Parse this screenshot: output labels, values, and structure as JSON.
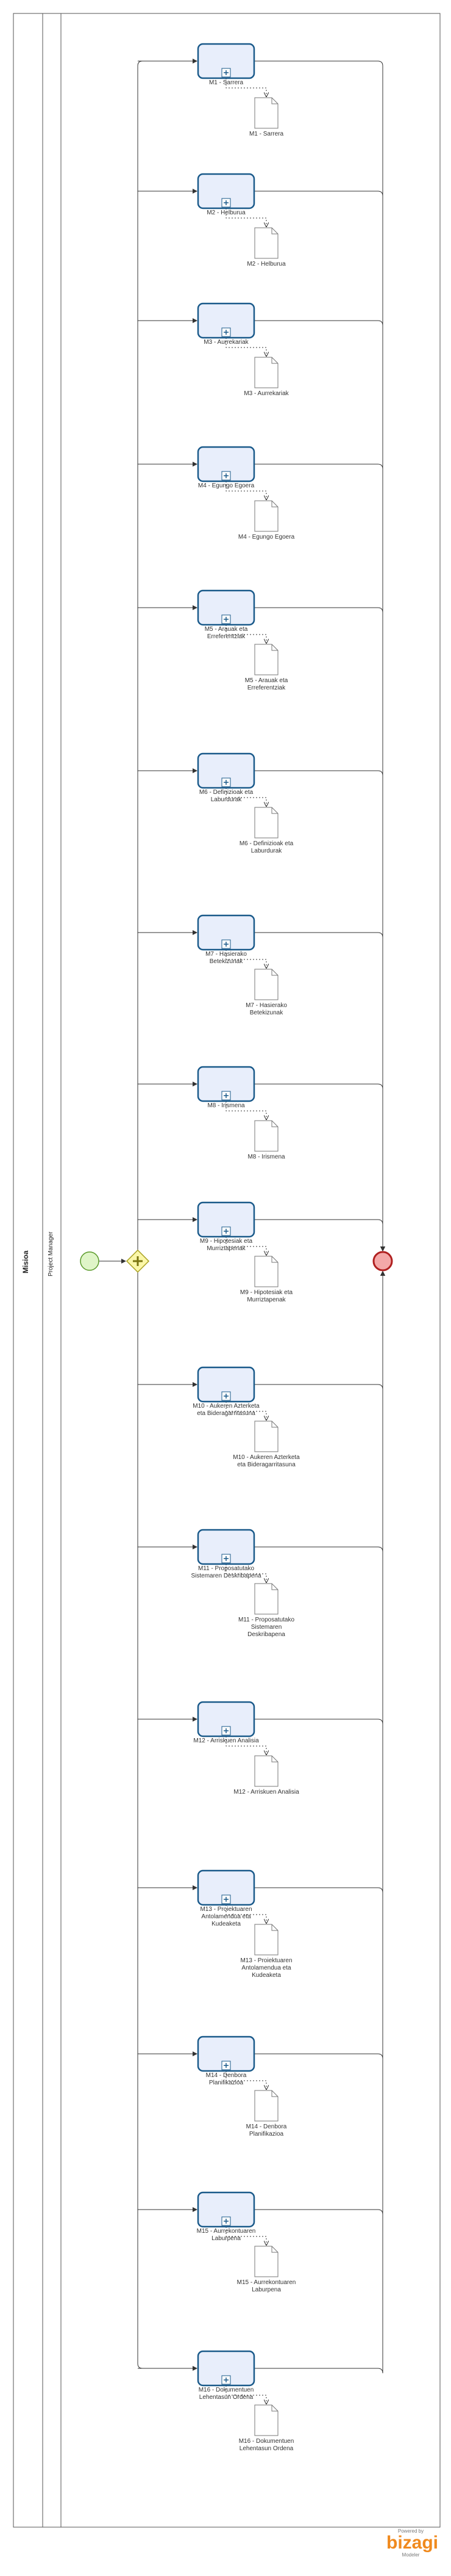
{
  "pool": {
    "name": "Misioa"
  },
  "lane": {
    "name": "Project Manager"
  },
  "brand": {
    "powered_by": "Powered by",
    "name": "bizagi",
    "product": "Modeler"
  },
  "colors": {
    "task_fill": "#e8eefb",
    "task_stroke": "#1a5a8a",
    "start_fill": "#dff5c8",
    "start_stroke": "#5a9a2a",
    "gateway_fill": "#fbf7a8",
    "gateway_stroke": "#a8a020",
    "end_fill": "#f4a8a8",
    "end_stroke": "#b02020",
    "flow": "#333333"
  },
  "tasks": [
    {
      "id": "M1",
      "label": "M1 - Sarrera",
      "doc": "M1 - Sarrera"
    },
    {
      "id": "M2",
      "label": "M2 - Helburua",
      "doc": "M2 - Helburua"
    },
    {
      "id": "M3",
      "label": "M3 - Aurrekariak",
      "doc": "M3 - Aurrekariak"
    },
    {
      "id": "M4",
      "label": "M4 - Egungo Egoera",
      "doc": "M4 - Egungo Egoera"
    },
    {
      "id": "M5",
      "label": "M5 - Arauak eta Erreferentziak",
      "doc": "M5 - Arauak eta Erreferentziak"
    },
    {
      "id": "M6",
      "label": "M6 - Definizioak eta Laburdurak",
      "doc": "M6 - Definizioak eta Laburdurak"
    },
    {
      "id": "M7",
      "label": "M7 - Hasierako Betekizunak",
      "doc": "M7 - Hasierako Betekizunak"
    },
    {
      "id": "M8",
      "label": "M8 - Irismena",
      "doc": "M8 - Irismena"
    },
    {
      "id": "M9",
      "label": "M9 - Hipotesiak eta Murriztapenak",
      "doc": "M9 - Hipotesiak eta Murriztapenak"
    },
    {
      "id": "M10",
      "label": "M10 - Aukeren Azterketa eta Bideragarritasuna",
      "doc": "M10 - Aukeren Azterketa eta Bideragarritasuna"
    },
    {
      "id": "M11",
      "label": "M11 - Proposatutako Sistemaren Deskribapena",
      "doc": "M11 - Proposatutako Sistemaren Deskribapena"
    },
    {
      "id": "M12",
      "label": "M12 - Arriskuen Analisia",
      "doc": "M12 - Arriskuen Analisia"
    },
    {
      "id": "M13",
      "label": "M13 - Proiektuaren Antolamendua eta Kudeaketa",
      "doc": "M13 - Proiektuaren Antolamendua eta Kudeaketa"
    },
    {
      "id": "M14",
      "label": "M14 - Denbora Planifikazioa",
      "doc": "M14 - Denbora Planifikazioa"
    },
    {
      "id": "M15",
      "label": "M15 - Aurrekontuaren Laburpena",
      "doc": "M15 - Aurrekontuaren Laburpena"
    },
    {
      "id": "M16",
      "label": "M16 - Dokumentuen Lehentasun Ordena",
      "doc": "M16 - Dokumentuen Lehentasun Ordena"
    }
  ]
}
